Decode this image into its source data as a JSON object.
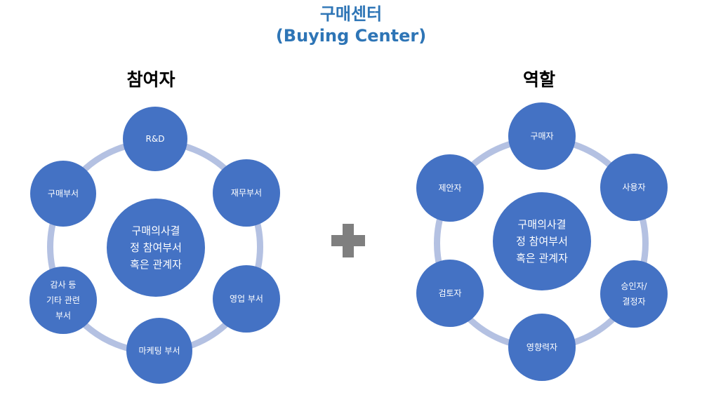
{
  "title": {
    "line1": "구매센터",
    "line2": "(Buying Center)"
  },
  "left": {
    "heading": "참여자",
    "center": [
      "구매의사결",
      "정 참여부서",
      "혹은 관계자"
    ],
    "nodes": {
      "rnd": "R&D",
      "finance": "재무부서",
      "sales": "영업 부서",
      "marketing": "마케팅 부서",
      "audit": [
        "감사 등",
        "기타 관련",
        "부서"
      ],
      "purchasing": "구매부서"
    }
  },
  "right": {
    "heading": "역할",
    "center": [
      "구매의사결",
      "정 참여부서",
      "혹은 관계자"
    ],
    "nodes": {
      "buyer": "구매자",
      "user": "사용자",
      "approver": [
        "승인자/",
        "결정자"
      ],
      "influencer": "영향력자",
      "reviewer": "검토자",
      "proposer": "제안자"
    }
  },
  "colors": {
    "title": "#2E75B6",
    "node": "#4472C4",
    "ring": "#B4C1E2",
    "plus": "#7F7F7F"
  },
  "connector_icon": "plus-icon"
}
